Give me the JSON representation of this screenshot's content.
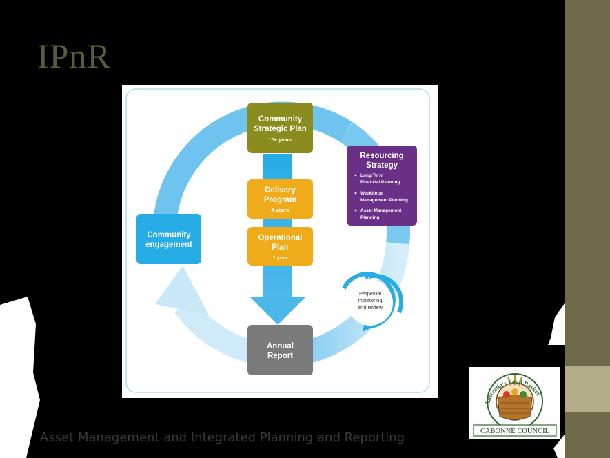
{
  "slide": {
    "title": "IPnR",
    "footer": "Asset Management and Integrated Planning and Reporting"
  },
  "diagram": {
    "community_strategic_plan": {
      "line1": "Community",
      "line2": "Strategic Plan",
      "duration": "10+ years"
    },
    "delivery_program": {
      "line1": "Delivery",
      "line2": "Program",
      "duration": "4 years"
    },
    "operational_plan": {
      "line1": "Operational",
      "line2": "Plan",
      "duration": "1 year"
    },
    "annual_report": {
      "line1": "Annual",
      "line2": "Report"
    },
    "community_engagement": {
      "line1": "Community",
      "line2": "engagement"
    },
    "resourcing_strategy": {
      "line1": "Resourcing",
      "line2": "Strategy",
      "items": [
        {
          "line1": "Long Term",
          "line2": "Financial Planning"
        },
        {
          "line1": "Workforce",
          "line2": "Management Planning"
        },
        {
          "line1": "Asset Management",
          "line2": "Planning"
        }
      ]
    },
    "monitoring": {
      "line1": "Perpetual",
      "line2": "monitoring",
      "line3": "and review"
    }
  },
  "logo": {
    "arc_text": "Australia's Food Basket",
    "name": "CABONNE COUNCIL"
  },
  "colors": {
    "olive": "#8a8c1e",
    "amber": "#f0ab1a",
    "grey": "#7a7a7a",
    "sky": "#27ace6",
    "purple": "#6a2f87",
    "cycle_blue": "#6ec4ef",
    "cycle_light": "#c8e8f8"
  }
}
